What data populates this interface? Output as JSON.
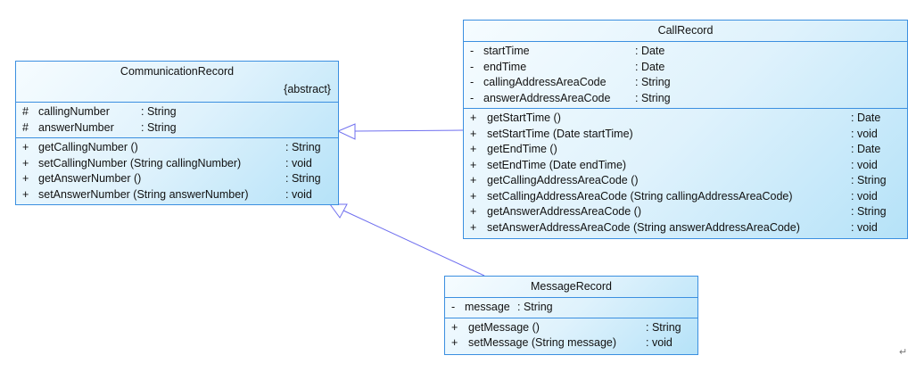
{
  "classes": {
    "communication_record": {
      "name": "CommunicationRecord",
      "stereotype": "{abstract}",
      "attributes": [
        {
          "vis": "#",
          "name": "callingNumber",
          "type": ": String"
        },
        {
          "vis": "#",
          "name": "answerNumber",
          "type": ": String"
        }
      ],
      "methods": [
        {
          "vis": "+",
          "name": "getCallingNumber ()",
          "type": ": String"
        },
        {
          "vis": "+",
          "name": "setCallingNumber (String callingNumber)",
          "type": ": void"
        },
        {
          "vis": "+",
          "name": "getAnswerNumber ()",
          "type": ": String"
        },
        {
          "vis": "+",
          "name": "setAnswerNumber (String answerNumber)",
          "type": ": void"
        }
      ]
    },
    "call_record": {
      "name": "CallRecord",
      "attributes": [
        {
          "vis": "-",
          "name": "startTime",
          "type": ": Date"
        },
        {
          "vis": "-",
          "name": "endTime",
          "type": ": Date"
        },
        {
          "vis": "-",
          "name": "callingAddressAreaCode",
          "type": ": String"
        },
        {
          "vis": "-",
          "name": "answerAddressAreaCode",
          "type": ": String"
        }
      ],
      "methods": [
        {
          "vis": "+",
          "name": "getStartTime ()",
          "type": ": Date"
        },
        {
          "vis": "+",
          "name": "setStartTime (Date startTime)",
          "type": ": void"
        },
        {
          "vis": "+",
          "name": "getEndTime ()",
          "type": ": Date"
        },
        {
          "vis": "+",
          "name": "setEndTime (Date endTime)",
          "type": ": void"
        },
        {
          "vis": "+",
          "name": "getCallingAddressAreaCode ()",
          "type": ": String"
        },
        {
          "vis": "+",
          "name": "setCallingAddressAreaCode (String callingAddressAreaCode)",
          "type": ": void"
        },
        {
          "vis": "+",
          "name": "getAnswerAddressAreaCode ()",
          "type": ": String"
        },
        {
          "vis": "+",
          "name": "setAnswerAddressAreaCode (String answerAddressAreaCode)",
          "type": ": void"
        }
      ]
    },
    "message_record": {
      "name": "MessageRecord",
      "attributes": [
        {
          "vis": "-",
          "name": "message",
          "type": ": String"
        }
      ],
      "methods": [
        {
          "vis": "+",
          "name": "getMessage ()",
          "type": ": String"
        },
        {
          "vis": "+",
          "name": "setMessage (String message)",
          "type": ": void"
        }
      ]
    }
  },
  "relations": [
    {
      "type": "generalization",
      "from": "CallRecord",
      "to": "CommunicationRecord"
    },
    {
      "type": "generalization",
      "from": "MessageRecord",
      "to": "CommunicationRecord"
    }
  ],
  "colors": {
    "border": "#3b8fe0",
    "connector": "#6f6fef"
  },
  "paragraph_mark": "↵"
}
